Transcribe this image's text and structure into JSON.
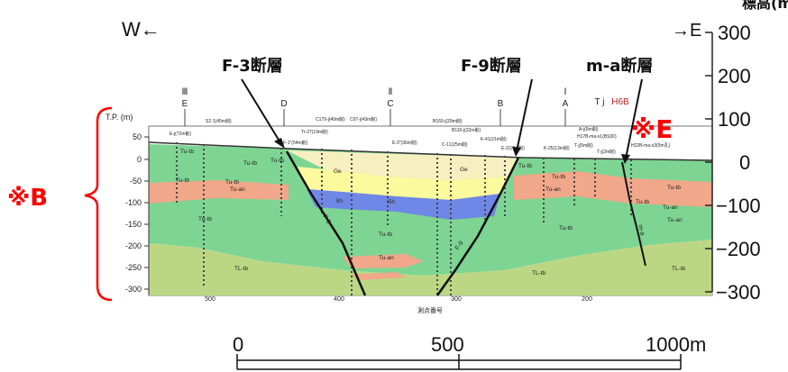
{
  "header": {
    "west_label": "W←",
    "east_label": "→E",
    "elevation_label_partial": "標高(m)"
  },
  "faults": [
    {
      "name": "F-3断層"
    },
    {
      "name": "F-9断層"
    },
    {
      "name": "m-a断層"
    }
  ],
  "marks": {
    "b": "※B",
    "e": "※E"
  },
  "right_axis": {
    "ticks": [
      "300",
      "200",
      "100",
      "0",
      "−100",
      "−200",
      "−300"
    ]
  },
  "section": {
    "tp_label": "T.P. (m)",
    "left_ticks": [
      "50",
      "0",
      "-50",
      "-100",
      "-150",
      "-200",
      "-250",
      "-300"
    ],
    "bottom_ticks": [
      "500",
      "400",
      "300",
      "200"
    ],
    "bottom_axis_label": "測点番号",
    "section_lines": [
      {
        "roman": "Ⅲ",
        "letter": "E"
      },
      {
        "roman": "",
        "letter": "D"
      },
      {
        "roman": "Ⅱ",
        "letter": "C"
      },
      {
        "roman": "",
        "letter": "B"
      },
      {
        "roman": "Ⅰ",
        "letter": "A"
      }
    ],
    "tj_label": "T j",
    "h6b_label": "H6B",
    "borehole_tags": [
      "E-j(72m削)",
      "S2-1(45m削)",
      "F-1\"(54m削)",
      "Tr-27(19m削)",
      "C179-j(40m削)",
      "C97-j(43m削)",
      "E-3\"(36m削)",
      "B160-j(29m削)",
      "B110-j(22m削)",
      "C-11(25m削)",
      "K-41(21m削)",
      "E-2(17m削)",
      "K-25(13m削)",
      "A-j(6m削)",
      "T-j(5m削)",
      "H17B-ma-s1(BS30)",
      "T-j(2m削)",
      "H22B-ma-s3(5m孔)"
    ],
    "unit_labels": [
      "Tu-tb",
      "Tu-tb",
      "Tu-tb",
      "Tu-an",
      "Tu-tb",
      "Tu-tb",
      "Tu-tb",
      "Tu-an",
      "Tu-tb",
      "Tu-tb",
      "Tu-tb",
      "Tu-an",
      "Tu-tb",
      "Tu-tb",
      "Tu-tb",
      "Tu-an",
      "Tu-an",
      "TL-tb",
      "TL-tb",
      "TL-tb",
      "Ge",
      "Sh",
      "Ge",
      "Sh"
    ],
    "fault_labels": [
      "F-3",
      "F-9",
      "m-a"
    ]
  },
  "scale_bar": {
    "labels": [
      "0",
      "500",
      "1000m"
    ]
  },
  "colors": {
    "tu_tb": "#7ed493",
    "tu_an": "#f0a78a",
    "tl_tb": "#bcd784",
    "ge": "#fbfb9e",
    "sh": "#6f87e6",
    "fill_top": "#f6efc0",
    "annotation_red": "#ff0000"
  }
}
